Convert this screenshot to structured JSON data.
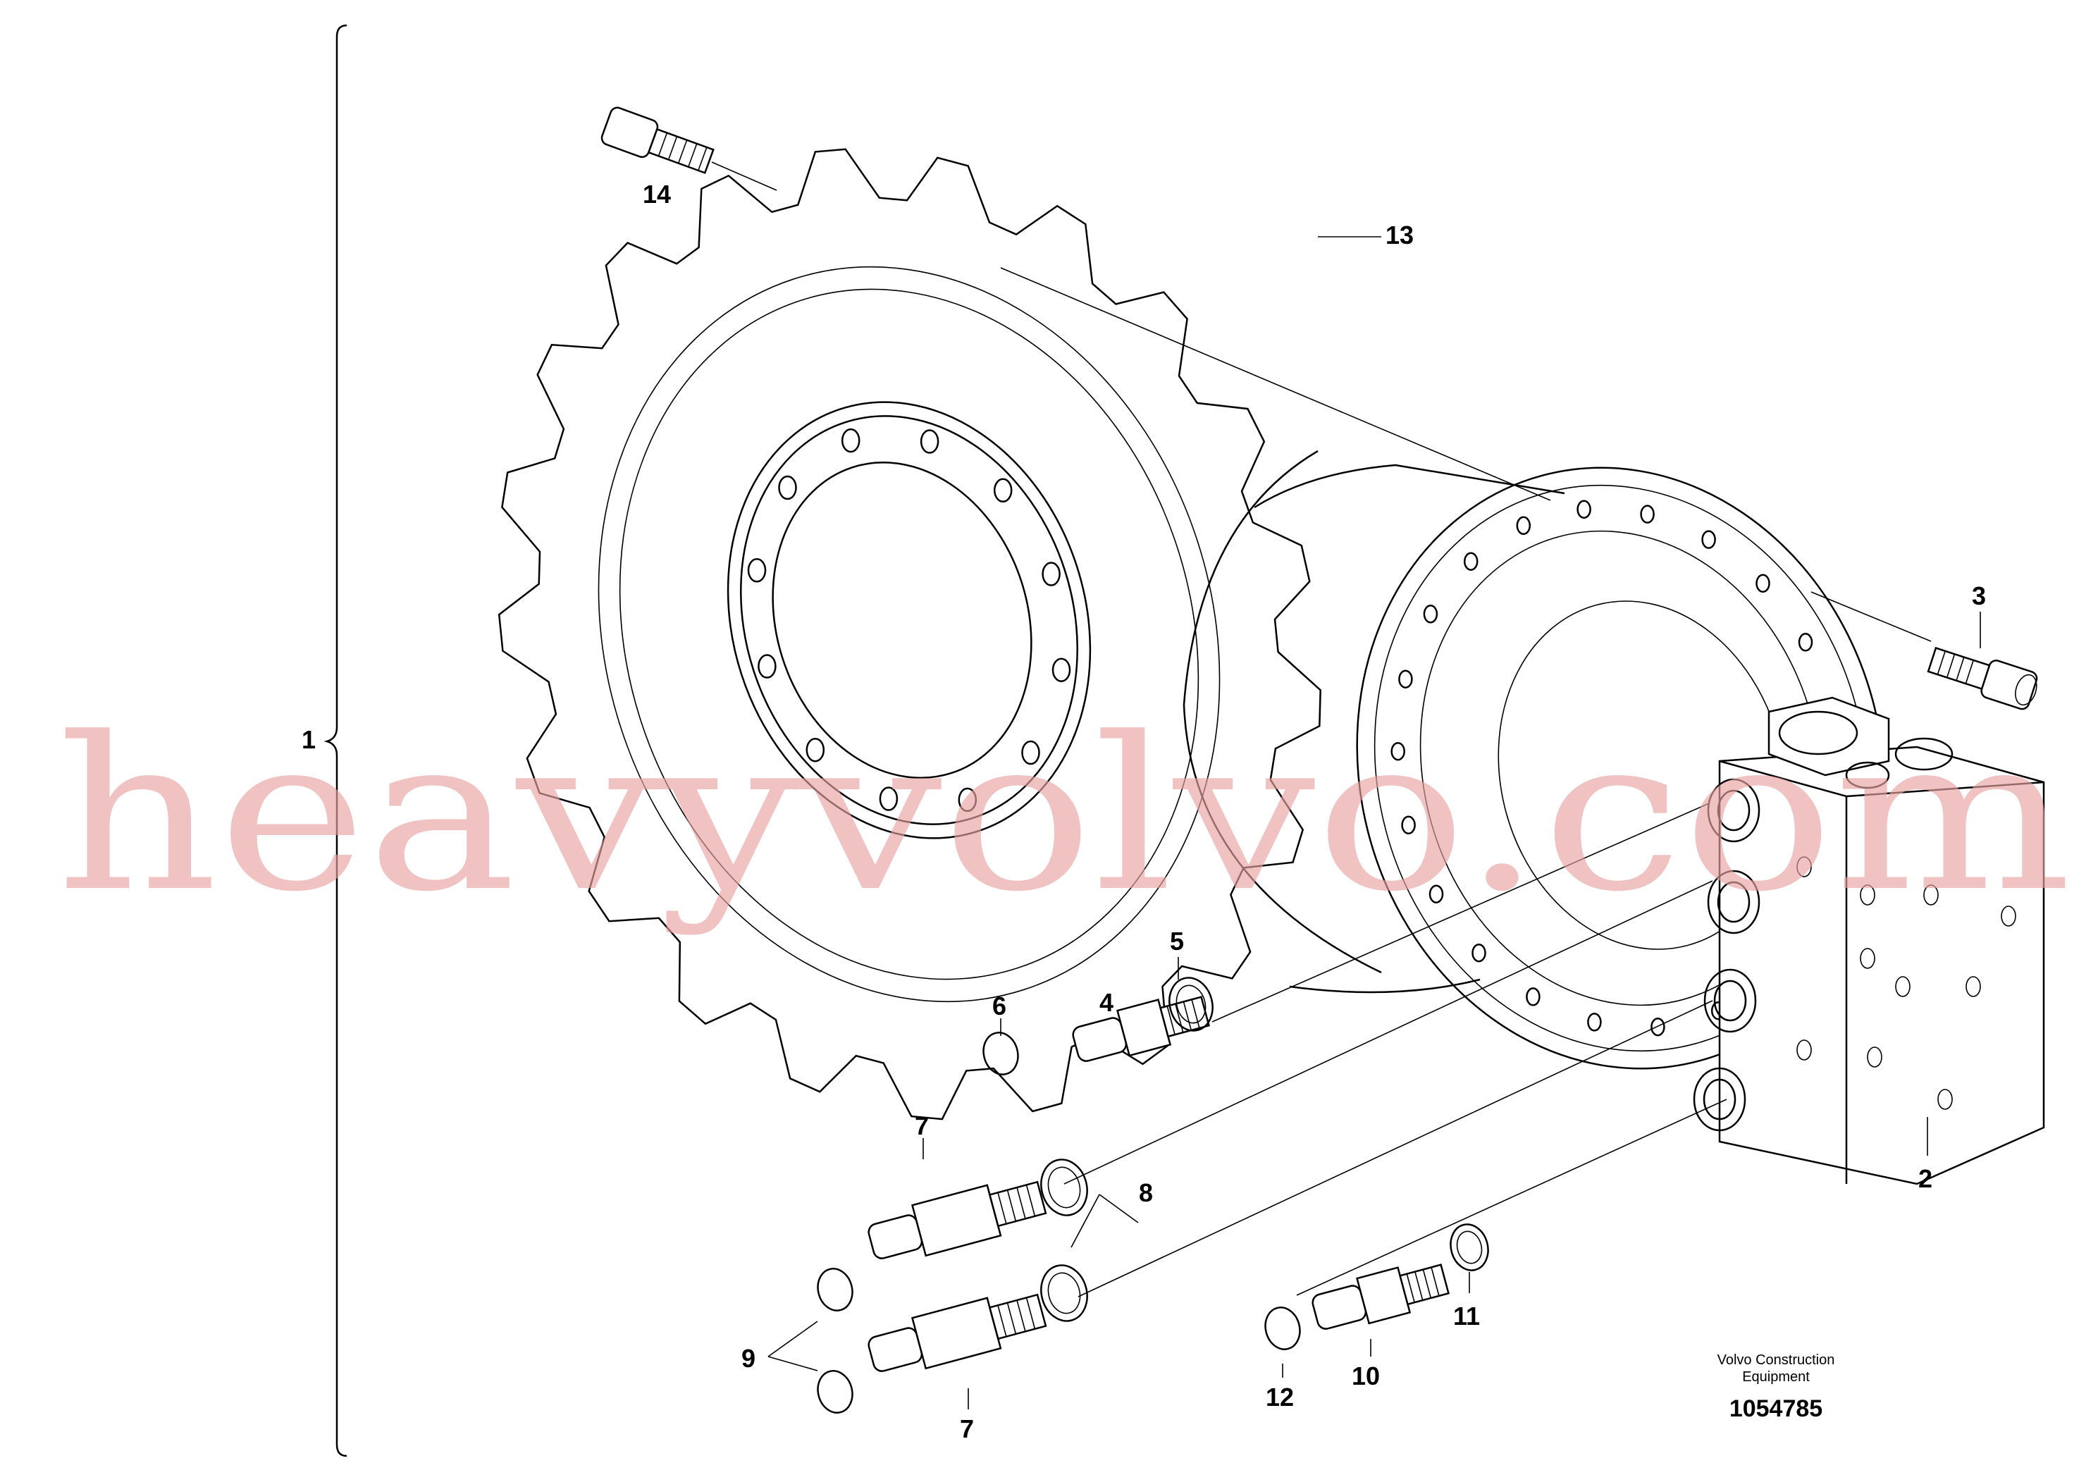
{
  "callouts": {
    "c1": "1",
    "c2": "2",
    "c3": "3",
    "c4": "4",
    "c5": "5",
    "c6": "6",
    "c7a": "7",
    "c7b": "7",
    "c8": "8",
    "c9": "9",
    "c10": "10",
    "c11": "11",
    "c12": "12",
    "c13": "13",
    "c14": "14"
  },
  "caption": {
    "line1": "Volvo Construction",
    "line2": "Equipment",
    "number": "1054785"
  },
  "watermark": "heavyvolvo.com"
}
